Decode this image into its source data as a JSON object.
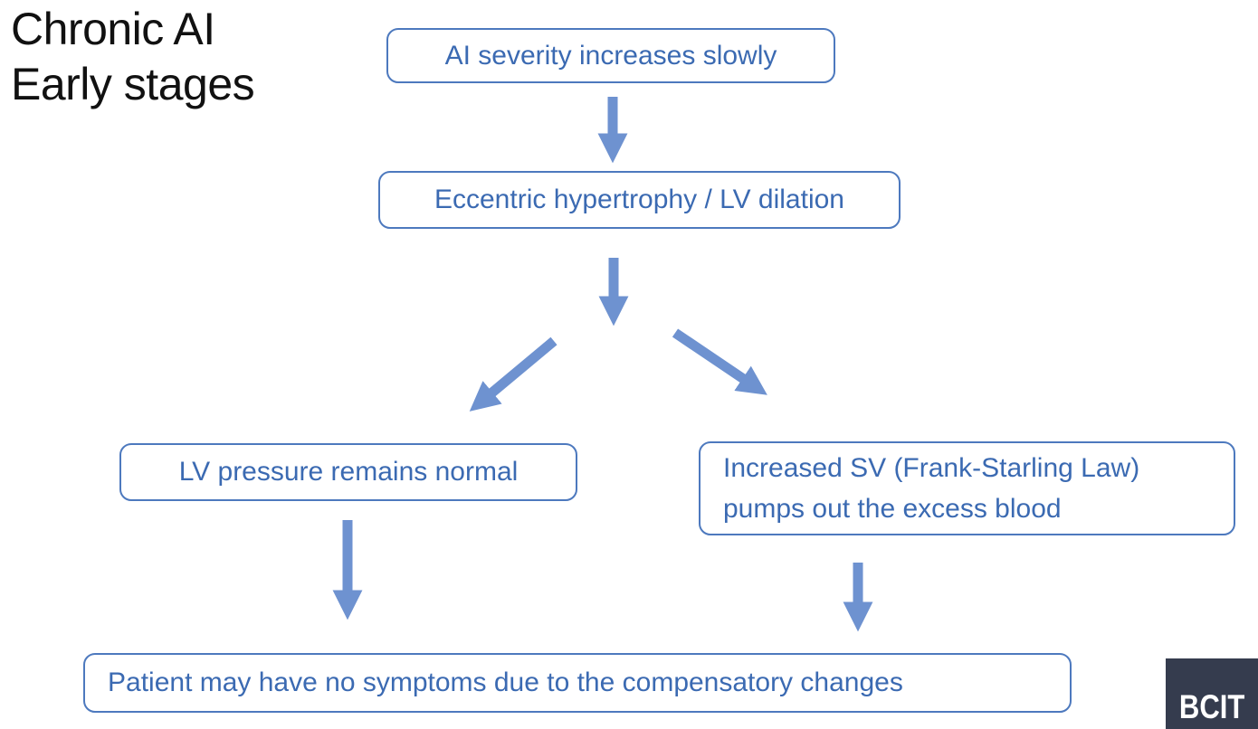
{
  "title": {
    "line1": "Chronic AI",
    "line2": "Early stages"
  },
  "flowchart": {
    "nodes": [
      {
        "id": "ai-severity",
        "label": "AI severity increases slowly"
      },
      {
        "id": "eccentric-hypertrophy",
        "label": "Eccentric hypertrophy / LV dilation"
      },
      {
        "id": "lv-pressure",
        "label": "LV pressure remains normal"
      },
      {
        "id": "increased-sv",
        "label": "Increased SV (Frank-Starling Law)\npumps out the excess blood"
      },
      {
        "id": "no-symptoms",
        "label": "Patient may have no symptoms due to the compensatory changes"
      }
    ],
    "edges": [
      {
        "from": "ai-severity",
        "to": "eccentric-hypertrophy"
      },
      {
        "from": "eccentric-hypertrophy",
        "to": "lv-pressure"
      },
      {
        "from": "eccentric-hypertrophy",
        "to": "increased-sv"
      },
      {
        "from": "lv-pressure",
        "to": "no-symptoms"
      },
      {
        "from": "increased-sv",
        "to": "no-symptoms"
      }
    ]
  },
  "logo": {
    "text": "BCIT"
  },
  "colors": {
    "node_border": "#4d79be",
    "node_text": "#3b6ab2",
    "arrow": "#6e92d0",
    "title": "#111111",
    "logo_background": "#353c4e",
    "logo_text": "#ffffff",
    "page_background": "#ffffff"
  }
}
